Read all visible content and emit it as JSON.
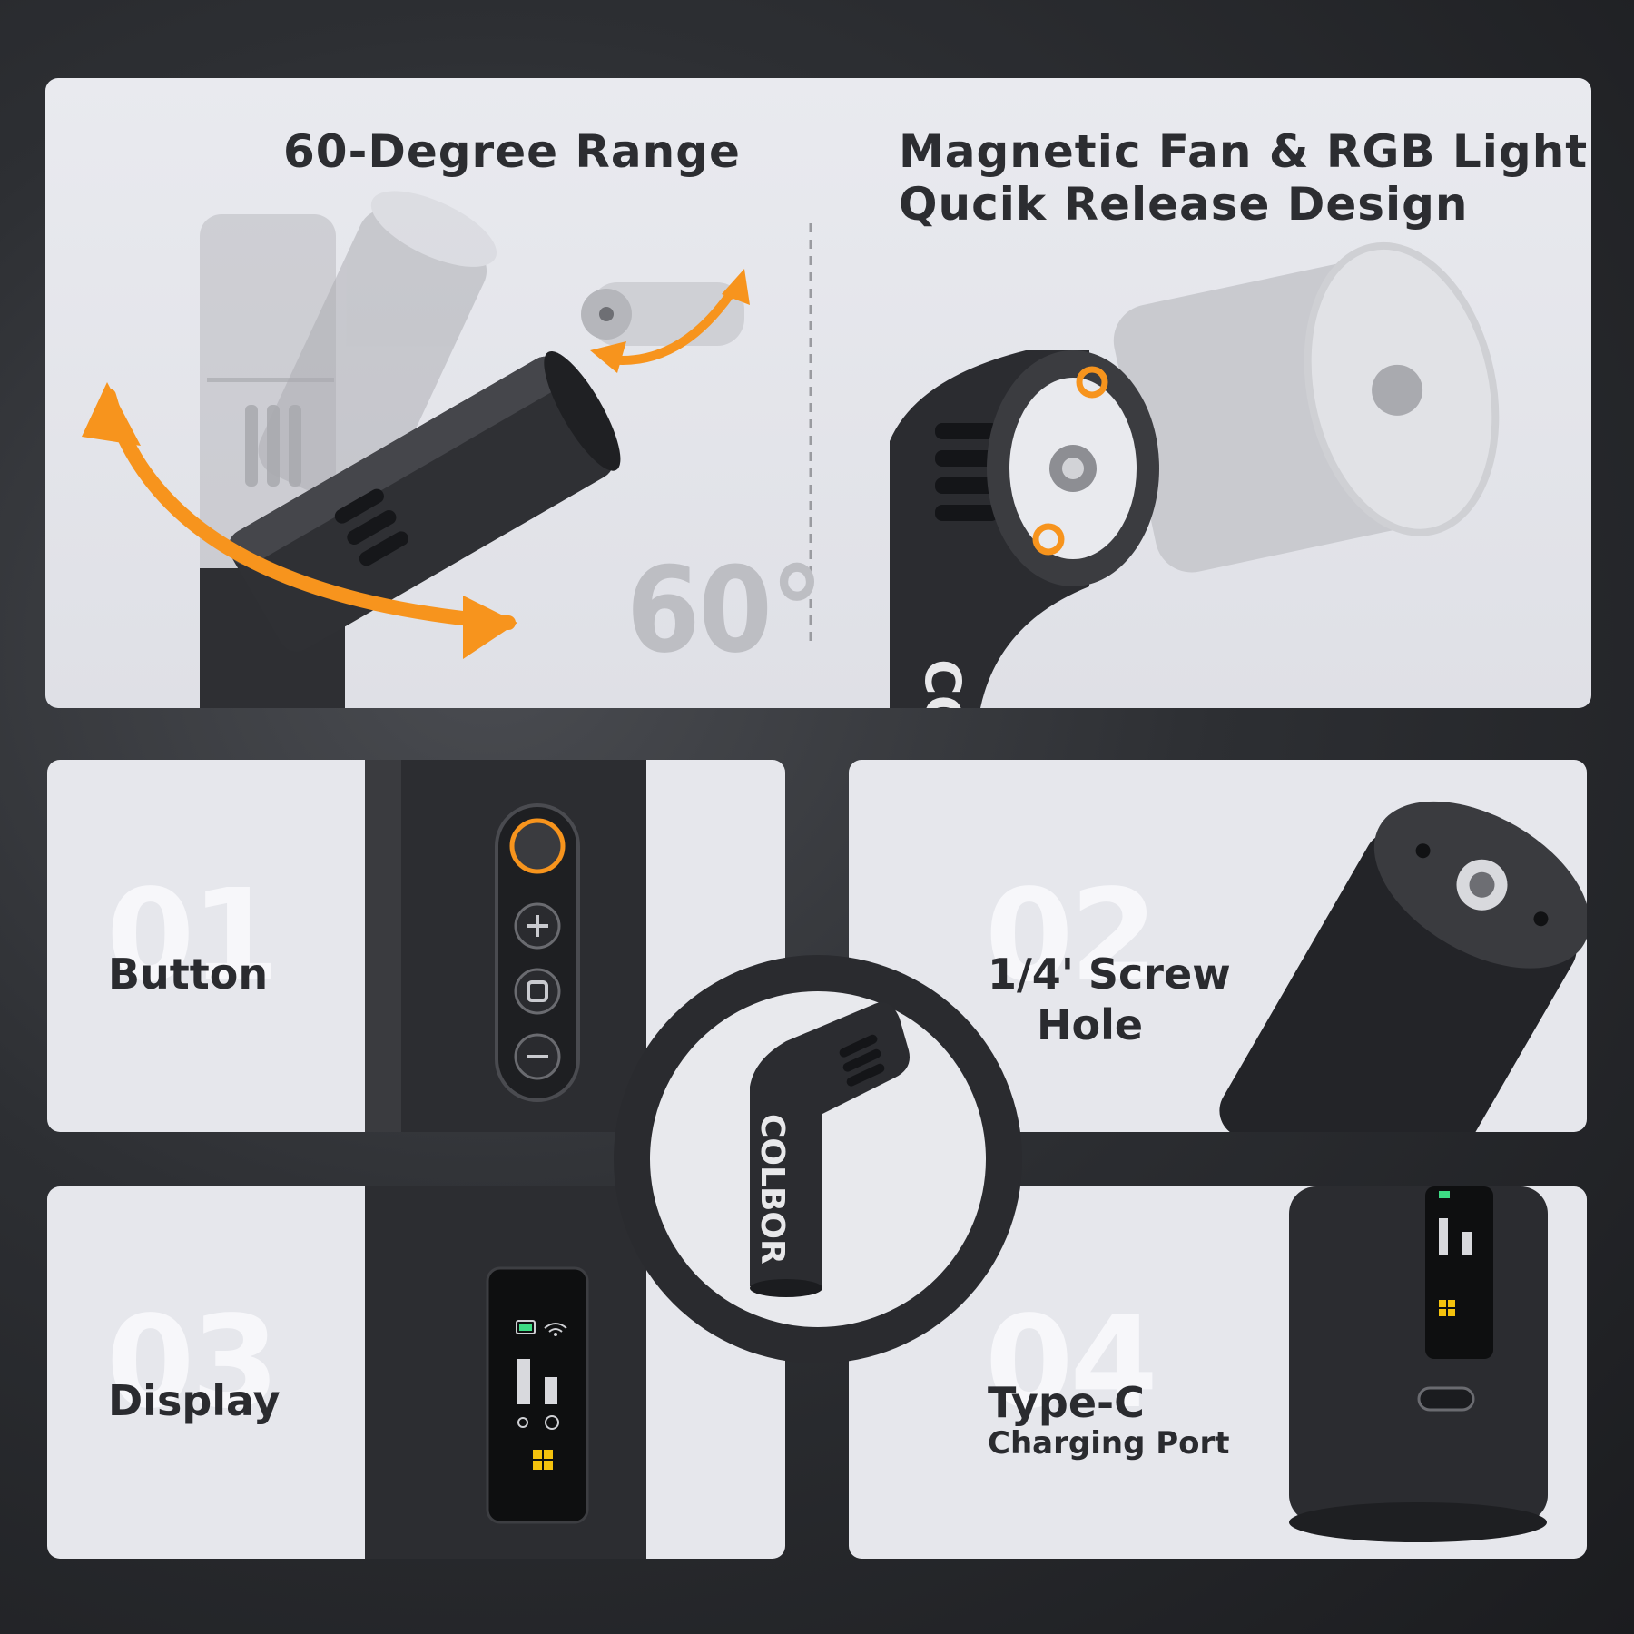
{
  "top": {
    "left_heading": "60-Degree Range",
    "right_heading_line1": "Magnetic Fan & RGB Light",
    "right_heading_line2": "Qucik Release Design",
    "degree_label": "60°"
  },
  "features": [
    {
      "number": "01",
      "label": "Button",
      "sub": ""
    },
    {
      "number": "02",
      "label_line1": "1/4' Screw",
      "label_line2": "Hole"
    },
    {
      "number": "03",
      "label": "Display"
    },
    {
      "number": "04",
      "label": "Type-C",
      "sub": "Charging Port"
    }
  ],
  "brand": "COLBOR",
  "colors": {
    "accent_orange": "#f7941d",
    "body_dark": "#2b2c30",
    "panel_light": "#e6e7ec",
    "screen_green": "#3ddc84",
    "screen_yellow": "#f4c20d"
  },
  "icons": [
    "rotation-arrow-icon",
    "power-button-icon",
    "plus-button-icon",
    "mode-button-icon",
    "minus-button-icon",
    "battery-icon",
    "wifi-icon",
    "fan-icon"
  ]
}
